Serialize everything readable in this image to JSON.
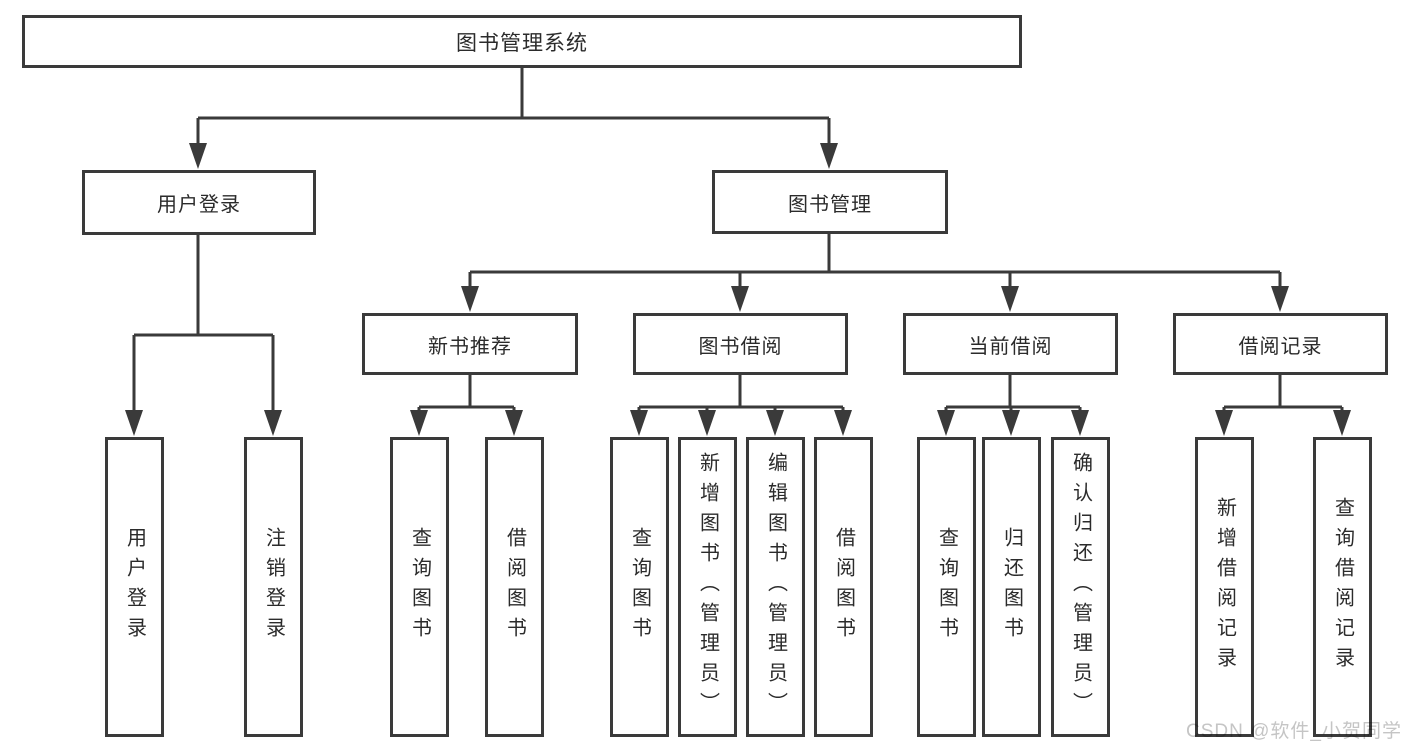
{
  "tree": {
    "root": {
      "label": "图书管理系统"
    },
    "branches": [
      {
        "label": "用户登录",
        "children": [
          {
            "label": "用户登录"
          },
          {
            "label": "注销登录"
          }
        ]
      },
      {
        "label": "图书管理",
        "children": [
          {
            "label": "新书推荐",
            "children": [
              {
                "label": "查询图书"
              },
              {
                "label": "借阅图书"
              }
            ]
          },
          {
            "label": "图书借阅",
            "children": [
              {
                "label": "查询图书"
              },
              {
                "label": "新增图书（管理员）"
              },
              {
                "label": "编辑图书（管理员）"
              },
              {
                "label": "借阅图书"
              }
            ]
          },
          {
            "label": "当前借阅",
            "children": [
              {
                "label": "查询图书"
              },
              {
                "label": "归还图书"
              },
              {
                "label": "确认归还（管理员）"
              }
            ]
          },
          {
            "label": "借阅记录",
            "children": [
              {
                "label": "新增借阅记录"
              },
              {
                "label": "查询借阅记录"
              }
            ]
          }
        ]
      }
    ]
  },
  "watermark": {
    "text": "CSDN @软件_小贺同学"
  },
  "colors": {
    "line": "#3a3a3a",
    "box_border": "#3a3a3a",
    "text": "#2b2b2b",
    "watermark": "#c5c5c5",
    "background": "#ffffff"
  }
}
